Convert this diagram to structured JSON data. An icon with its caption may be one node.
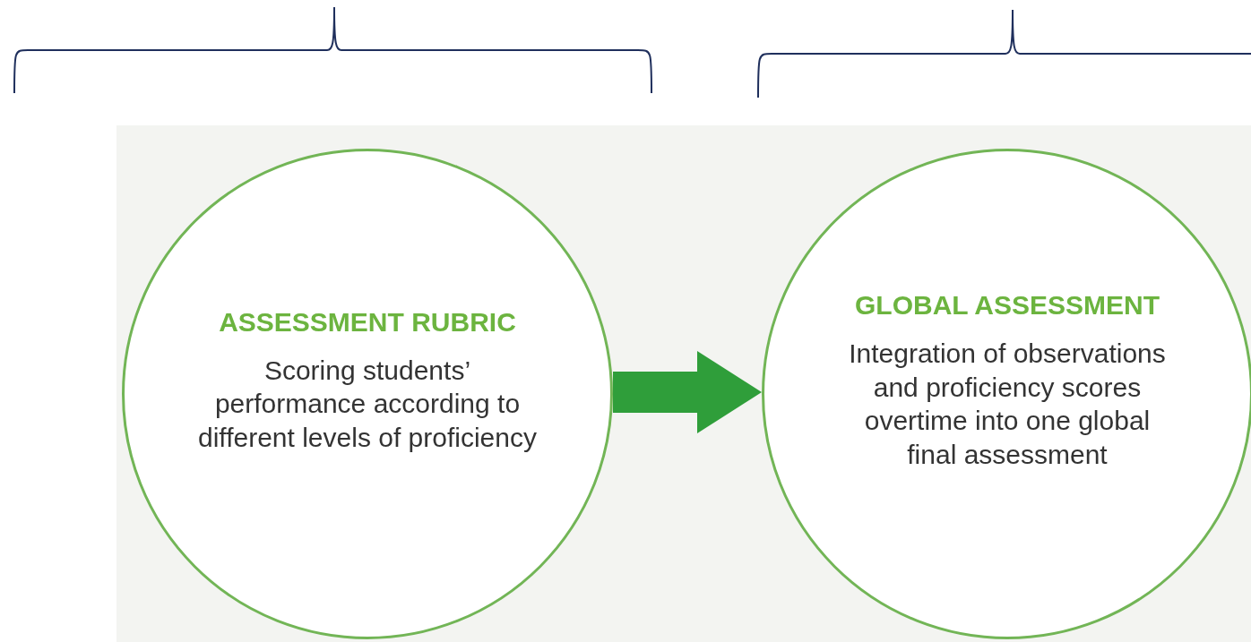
{
  "diagram": {
    "nodes": [
      {
        "text": [
          "ASSESSMENT RUBRIC",
          "Scoring students’ performance according to different levels of proficiency"
        ]
      },
      {
        "text": [
          "GLOBAL ASSESSMENT",
          "Integration of observations and proficiency scores overtime into one global final assessment"
        ]
      }
    ],
    "edges": [
      {
        "from": 0,
        "to": 1,
        "arrow": "to",
        "color": "#2f9e3a"
      }
    ]
  }
}
